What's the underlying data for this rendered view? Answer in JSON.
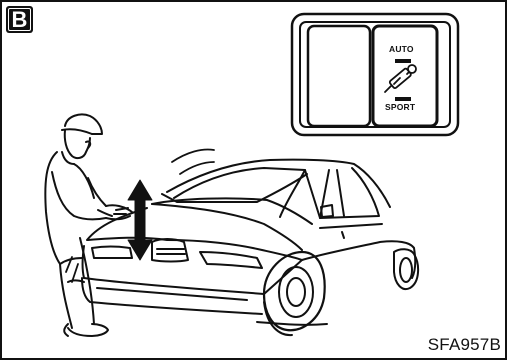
{
  "figure": {
    "badge_letter": "B",
    "figure_code": "SFA957B"
  },
  "switch_panel": {
    "top_label": "AUTO",
    "bottom_label": "SPORT",
    "icon": "shock-absorber-icon"
  },
  "colors": {
    "ink": "#111111",
    "paper": "#ffffff"
  }
}
